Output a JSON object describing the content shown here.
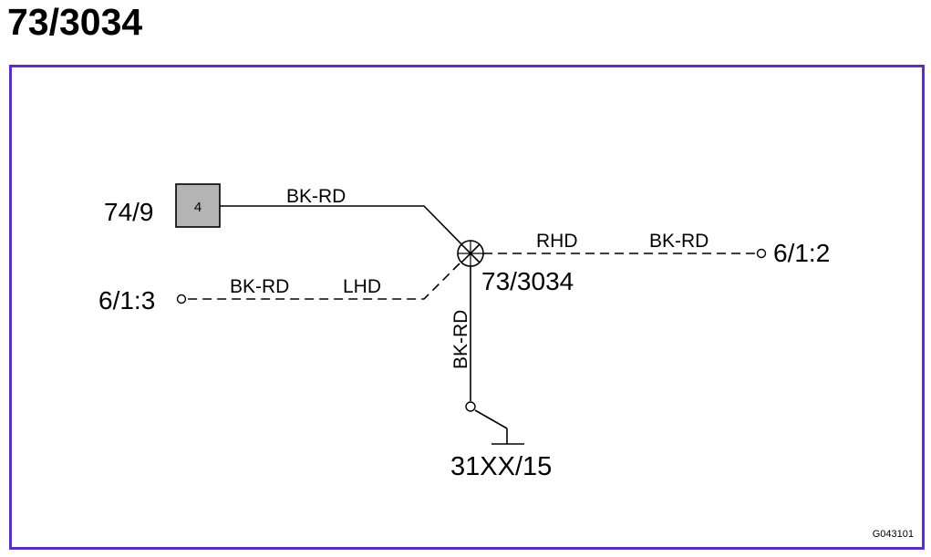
{
  "page_title": "73/3034",
  "diagram": {
    "ground_point_label": "73/3034",
    "connector_label": "74/9",
    "connector_pin": "4",
    "left_terminal_label": "6/1:3",
    "right_terminal_label": "6/1:2",
    "ground_label": "31XX/15",
    "figure_code": "G043101",
    "wires": {
      "top_wire": "BK-RD",
      "left_wire_color": "BK-RD",
      "left_wire_variant": "LHD",
      "right_wire_variant": "RHD",
      "right_wire_color": "BK-RD",
      "down_wire": "BK-RD"
    },
    "colors": {
      "frame": "#5a2fc2",
      "connector_fill": "#b4b4b4",
      "line": "#000000"
    }
  }
}
